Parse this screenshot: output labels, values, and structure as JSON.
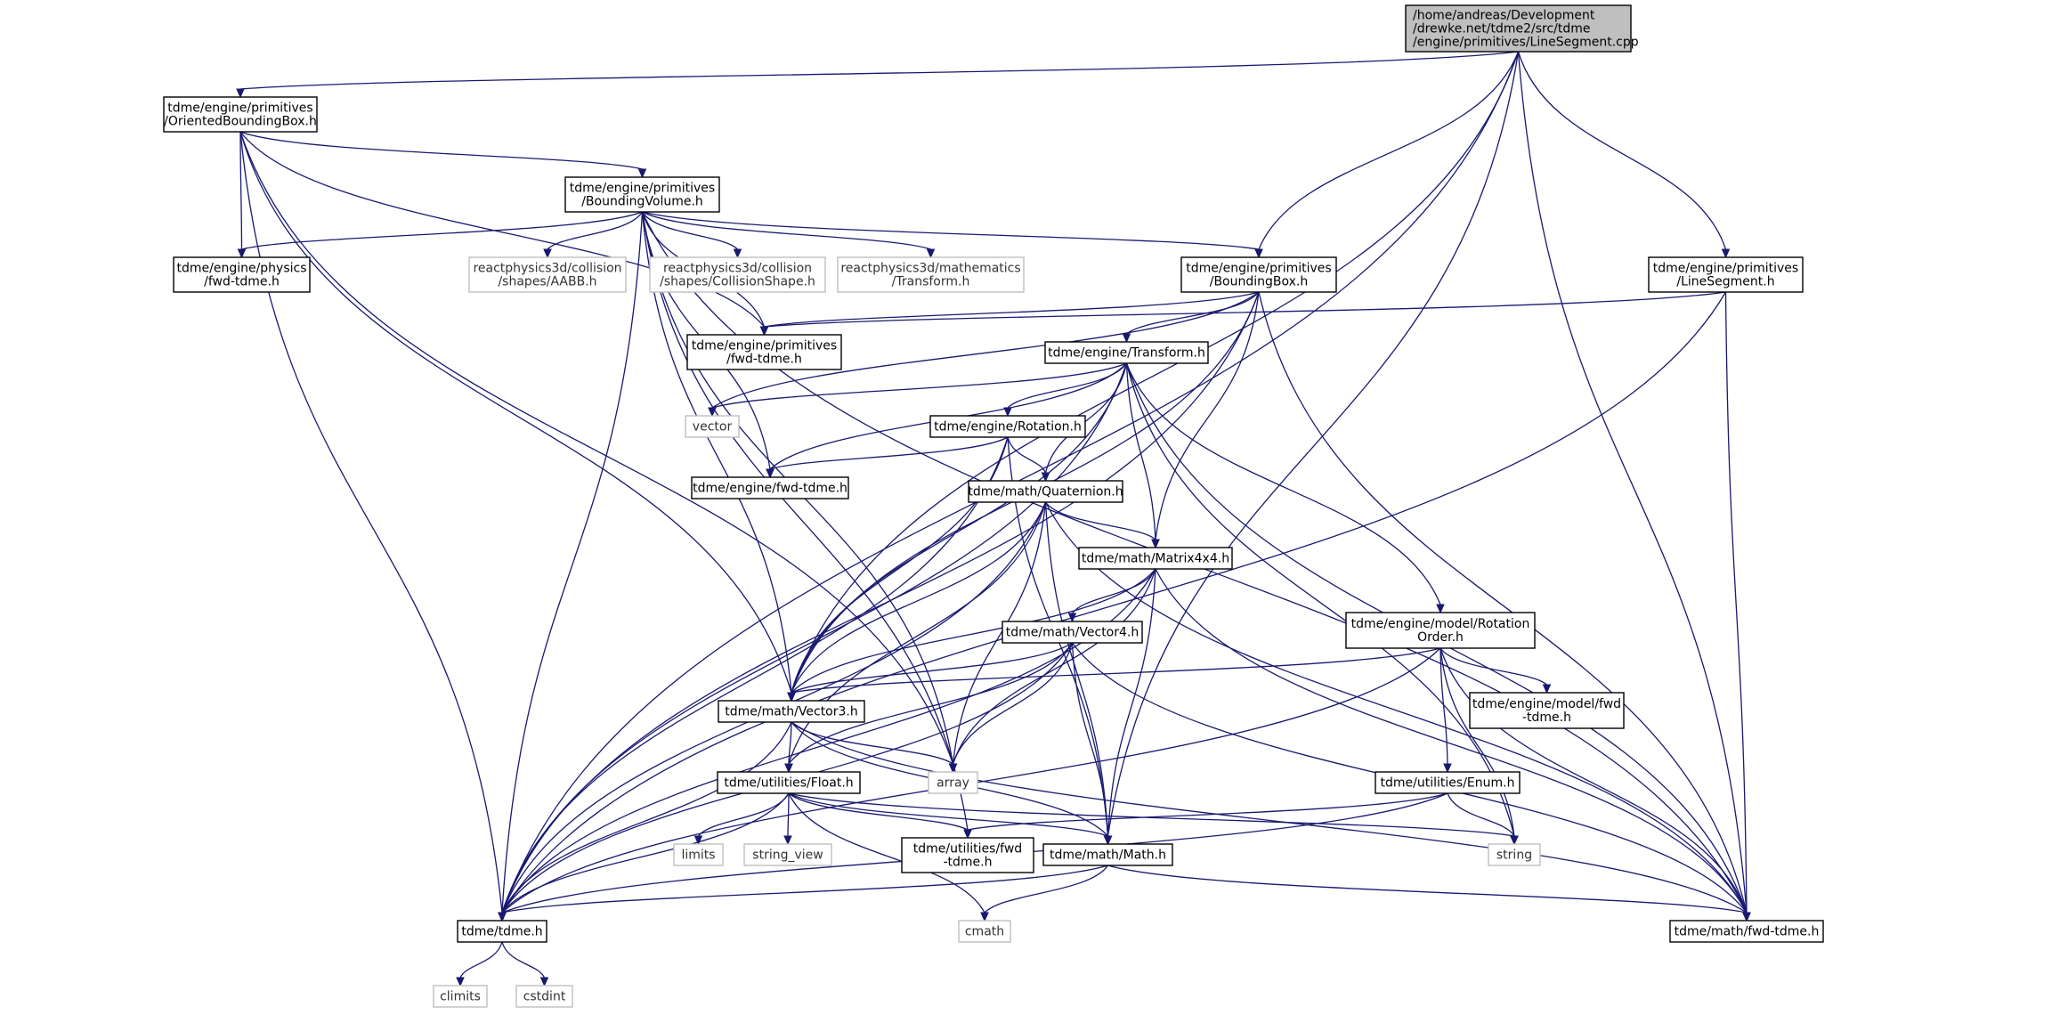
{
  "nodes": [
    {
      "id": "root",
      "kind": "header",
      "lines": [
        "/home/andreas/Development",
        "/drewke.net/tdme2/src/tdme",
        "/engine/primitives/LineSegment.cpp"
      ]
    },
    {
      "id": "obb",
      "kind": "local",
      "lines": [
        "tdme/engine/primitives",
        "/OrientedBoundingBox.h"
      ]
    },
    {
      "id": "bv",
      "kind": "local",
      "lines": [
        "tdme/engine/primitives",
        "/BoundingVolume.h"
      ]
    },
    {
      "id": "physfwd",
      "kind": "local",
      "lines": [
        "tdme/engine/physics",
        "/fwd-tdme.h"
      ]
    },
    {
      "id": "aabb",
      "kind": "system",
      "lines": [
        "reactphysics3d/collision",
        "/shapes/AABB.h"
      ]
    },
    {
      "id": "cshape",
      "kind": "system",
      "lines": [
        "reactphysics3d/collision",
        "/shapes/CollisionShape.h"
      ]
    },
    {
      "id": "rtrans",
      "kind": "system",
      "lines": [
        "reactphysics3d/mathematics",
        "/Transform.h"
      ]
    },
    {
      "id": "bb",
      "kind": "local",
      "lines": [
        "tdme/engine/primitives",
        "/BoundingBox.h"
      ]
    },
    {
      "id": "ls",
      "kind": "local",
      "lines": [
        "tdme/engine/primitives",
        "/LineSegment.h"
      ]
    },
    {
      "id": "primfwd",
      "kind": "local",
      "lines": [
        "tdme/engine/primitives",
        "/fwd-tdme.h"
      ]
    },
    {
      "id": "transform",
      "kind": "local",
      "lines": [
        "tdme/engine/Transform.h"
      ]
    },
    {
      "id": "vector",
      "kind": "system",
      "lines": [
        "vector"
      ]
    },
    {
      "id": "rotation",
      "kind": "local",
      "lines": [
        "tdme/engine/Rotation.h"
      ]
    },
    {
      "id": "enginefwd",
      "kind": "local",
      "lines": [
        "tdme/engine/fwd-tdme.h"
      ]
    },
    {
      "id": "quat",
      "kind": "local",
      "lines": [
        "tdme/math/Quaternion.h"
      ]
    },
    {
      "id": "mat",
      "kind": "local",
      "lines": [
        "tdme/math/Matrix4x4.h"
      ]
    },
    {
      "id": "rotorder",
      "kind": "local",
      "lines": [
        "tdme/engine/model/Rotation",
        "Order.h"
      ]
    },
    {
      "id": "v4",
      "kind": "local",
      "lines": [
        "tdme/math/Vector4.h"
      ]
    },
    {
      "id": "modelfwd",
      "kind": "local",
      "lines": [
        "tdme/engine/model/fwd",
        "-tdme.h"
      ]
    },
    {
      "id": "v3",
      "kind": "local",
      "lines": [
        "tdme/math/Vector3.h"
      ]
    },
    {
      "id": "array",
      "kind": "system",
      "lines": [
        "array"
      ]
    },
    {
      "id": "float",
      "kind": "local",
      "lines": [
        "tdme/utilities/Float.h"
      ]
    },
    {
      "id": "enum",
      "kind": "local",
      "lines": [
        "tdme/utilities/Enum.h"
      ]
    },
    {
      "id": "limits",
      "kind": "system",
      "lines": [
        "limits"
      ]
    },
    {
      "id": "sview",
      "kind": "system",
      "lines": [
        "string_view"
      ]
    },
    {
      "id": "utilfwd",
      "kind": "local",
      "lines": [
        "tdme/utilities/fwd",
        "-tdme.h"
      ]
    },
    {
      "id": "mathh",
      "kind": "local",
      "lines": [
        "tdme/math/Math.h"
      ]
    },
    {
      "id": "string",
      "kind": "system",
      "lines": [
        "string"
      ]
    },
    {
      "id": "tdme",
      "kind": "local",
      "lines": [
        "tdme/tdme.h"
      ]
    },
    {
      "id": "cmath",
      "kind": "system",
      "lines": [
        "cmath"
      ]
    },
    {
      "id": "mathfwd",
      "kind": "local",
      "lines": [
        "tdme/math/fwd-tdme.h"
      ]
    },
    {
      "id": "climits",
      "kind": "system",
      "lines": [
        "climits"
      ]
    },
    {
      "id": "cstdint",
      "kind": "system",
      "lines": [
        "cstdint"
      ]
    }
  ],
  "edges": [
    [
      "root",
      "obb"
    ],
    [
      "root",
      "bb"
    ],
    [
      "root",
      "ls"
    ],
    [
      "root",
      "tdme"
    ],
    [
      "root",
      "v3"
    ],
    [
      "root",
      "mathh"
    ],
    [
      "root",
      "mathfwd"
    ],
    [
      "obb",
      "bv"
    ],
    [
      "obb",
      "physfwd"
    ],
    [
      "obb",
      "primfwd"
    ],
    [
      "obb",
      "v3"
    ],
    [
      "obb",
      "array"
    ],
    [
      "obb",
      "tdme"
    ],
    [
      "bv",
      "physfwd"
    ],
    [
      "bv",
      "aabb"
    ],
    [
      "bv",
      "cshape"
    ],
    [
      "bv",
      "rtrans"
    ],
    [
      "bv",
      "bb"
    ],
    [
      "bv",
      "primfwd"
    ],
    [
      "bv",
      "enginefwd"
    ],
    [
      "bv",
      "v3"
    ],
    [
      "bv",
      "utilfwd"
    ],
    [
      "bv",
      "tdme"
    ],
    [
      "bv",
      "mathfwd"
    ],
    [
      "bv",
      "array"
    ],
    [
      "bb",
      "primfwd"
    ],
    [
      "bb",
      "transform"
    ],
    [
      "bb",
      "mat"
    ],
    [
      "bb",
      "v3"
    ],
    [
      "bb",
      "vector"
    ],
    [
      "bb",
      "tdme"
    ],
    [
      "bb",
      "mathfwd"
    ],
    [
      "ls",
      "primfwd"
    ],
    [
      "ls",
      "tdme"
    ],
    [
      "ls",
      "mathfwd"
    ],
    [
      "transform",
      "rotation"
    ],
    [
      "transform",
      "enginefwd"
    ],
    [
      "transform",
      "quat"
    ],
    [
      "transform",
      "mat"
    ],
    [
      "transform",
      "rotorder"
    ],
    [
      "transform",
      "v3"
    ],
    [
      "transform",
      "vector"
    ],
    [
      "transform",
      "tdme"
    ],
    [
      "transform",
      "mathfwd"
    ],
    [
      "transform",
      "string"
    ],
    [
      "rotation",
      "enginefwd"
    ],
    [
      "rotation",
      "quat"
    ],
    [
      "rotation",
      "v3"
    ],
    [
      "rotation",
      "mathh"
    ],
    [
      "rotation",
      "tdme"
    ],
    [
      "quat",
      "mat"
    ],
    [
      "quat",
      "v3"
    ],
    [
      "quat",
      "float"
    ],
    [
      "quat",
      "array"
    ],
    [
      "quat",
      "mathh"
    ],
    [
      "quat",
      "tdme"
    ],
    [
      "quat",
      "mathfwd"
    ],
    [
      "mat",
      "v4"
    ],
    [
      "mat",
      "v3"
    ],
    [
      "mat",
      "mathh"
    ],
    [
      "mat",
      "array"
    ],
    [
      "mat",
      "tdme"
    ],
    [
      "mat",
      "mathfwd"
    ],
    [
      "rotorder",
      "v3"
    ],
    [
      "rotorder",
      "modelfwd"
    ],
    [
      "rotorder",
      "enum"
    ],
    [
      "rotorder",
      "string"
    ],
    [
      "rotorder",
      "tdme"
    ],
    [
      "rotorder",
      "mathfwd"
    ],
    [
      "v4",
      "v3"
    ],
    [
      "v4",
      "float"
    ],
    [
      "v4",
      "mathh"
    ],
    [
      "v4",
      "array"
    ],
    [
      "v4",
      "tdme"
    ],
    [
      "v4",
      "mathfwd"
    ],
    [
      "v3",
      "float"
    ],
    [
      "v3",
      "mathh"
    ],
    [
      "v3",
      "array"
    ],
    [
      "v3",
      "tdme"
    ],
    [
      "v3",
      "mathfwd"
    ],
    [
      "float",
      "limits"
    ],
    [
      "float",
      "sview"
    ],
    [
      "float",
      "utilfwd"
    ],
    [
      "float",
      "mathh"
    ],
    [
      "float",
      "cmath"
    ],
    [
      "float",
      "string"
    ],
    [
      "float",
      "tdme"
    ],
    [
      "enum",
      "utilfwd"
    ],
    [
      "enum",
      "string"
    ],
    [
      "enum",
      "tdme"
    ],
    [
      "mathh",
      "cmath"
    ],
    [
      "mathh",
      "tdme"
    ],
    [
      "mathh",
      "mathfwd"
    ],
    [
      "tdme",
      "climits"
    ],
    [
      "tdme",
      "cstdint"
    ]
  ]
}
